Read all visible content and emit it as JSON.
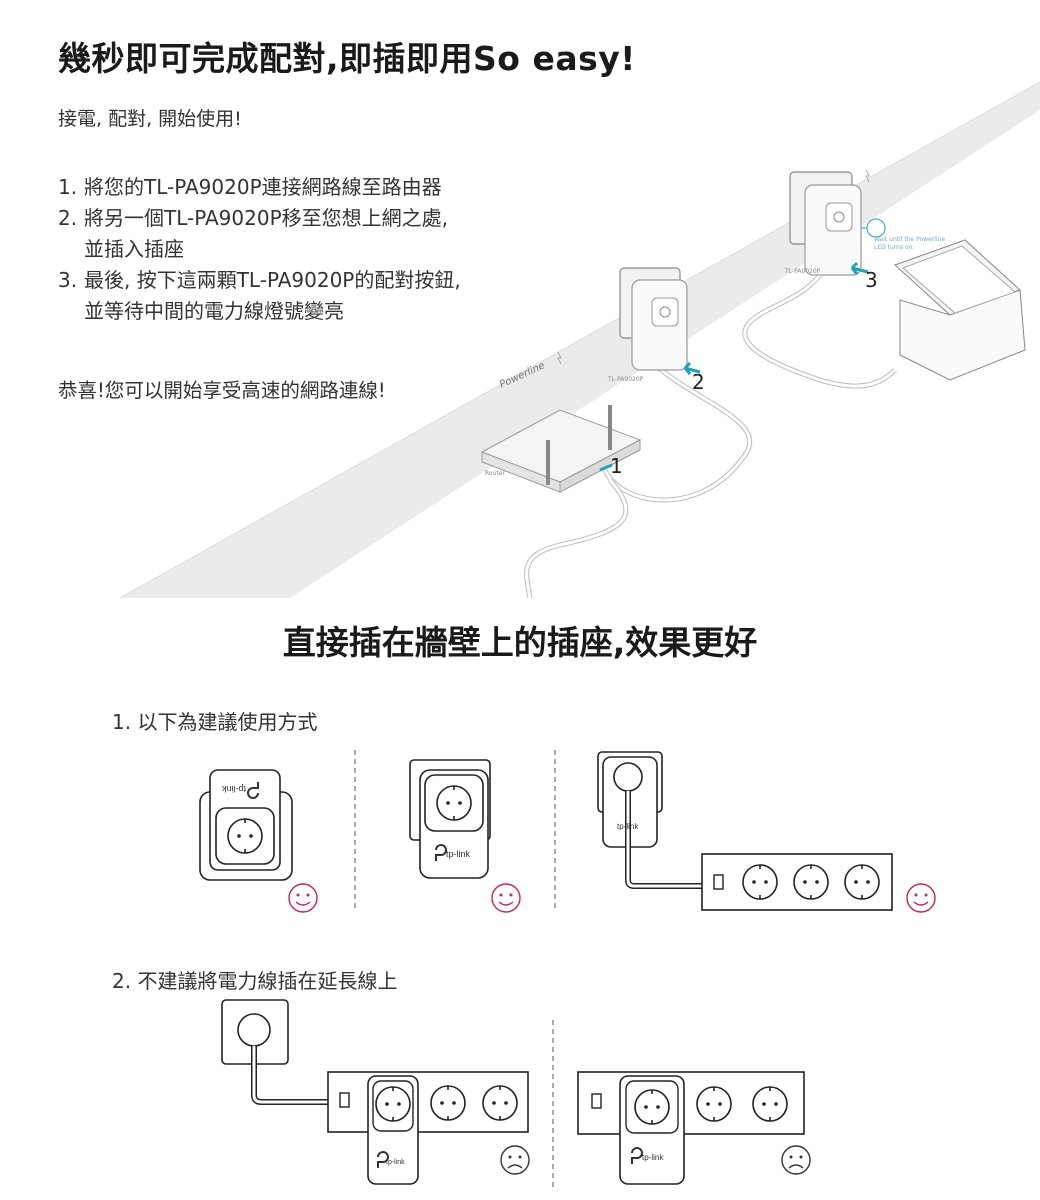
{
  "section1": {
    "title": "幾秒即可完成配對,即插即用So easy!",
    "intro": "接電, 配對, 開始使用!",
    "steps": [
      {
        "num": "1.",
        "line1": "將您的TL-PA9020P連接網路線至路由器",
        "line2": ""
      },
      {
        "num": "2.",
        "line1": "將另一個TL-PA9020P移至您想上網之處,",
        "line2": "並插入插座"
      },
      {
        "num": "3.",
        "line1": "最後, 按下這兩顆TL-PA9020P的配對按鈕,",
        "line2": "並等待中間的電力線燈號變亮"
      }
    ],
    "congrats": "恭喜!您可以開始享受高速的網路連線!",
    "illustration": {
      "powerline_label": "Powerline",
      "router_label": "Router",
      "device_label_a": "TL-PA9020P",
      "device_label_b": "TL-PA9020P",
      "note_line1": "Wait until the Powerline",
      "note_line2": "LED turns on.",
      "step_numbers": [
        "1",
        "2",
        "3"
      ],
      "accent_color": "#1fa3b8"
    }
  },
  "section2": {
    "title": "直接插在牆壁上的插座,效果更好",
    "sub1": "1. 以下為建議使用方式",
    "sub2": "2. 不建議將電力線插在延長線上",
    "brand": "tp-link",
    "happy_color": "#c6225e",
    "sad_color": "#333333"
  }
}
